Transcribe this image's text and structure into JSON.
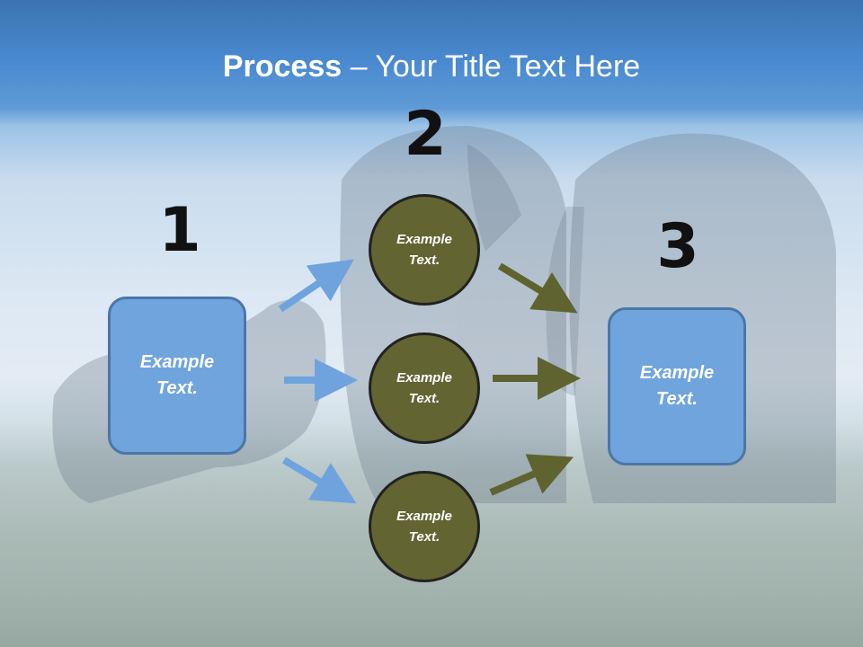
{
  "title": {
    "bold": "Process",
    "rest": " – Your Title Text Here"
  },
  "steps": [
    "1",
    "2",
    "3"
  ],
  "box_left": "Example Text.",
  "circles": [
    "Example Text.",
    "Example Text.",
    "Example Text."
  ],
  "box_right": "Example Text.",
  "colors": {
    "box": "#70a4dd",
    "circle": "#626532",
    "arrow_blue": "#6fa3de",
    "arrow_olive": "#5f6330"
  }
}
